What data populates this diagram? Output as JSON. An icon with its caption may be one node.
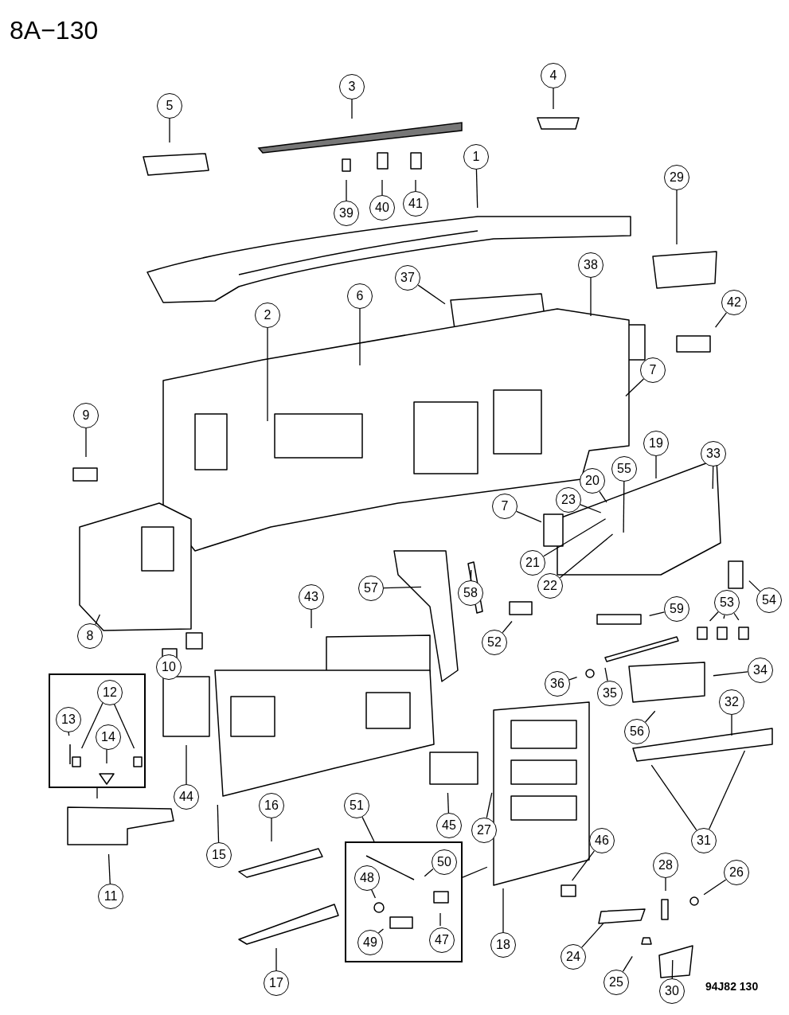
{
  "diagram": {
    "nodes": [
      {
        "text": [
          "5"
        ]
      },
      {
        "text": [
          "3"
        ]
      },
      {
        "text": [
          "4"
        ]
      },
      {
        "text": [
          "1"
        ]
      },
      {
        "text": [
          "39"
        ]
      },
      {
        "text": [
          "40"
        ]
      },
      {
        "text": [
          "41"
        ]
      },
      {
        "text": [
          "29"
        ]
      },
      {
        "text": [
          "37"
        ]
      },
      {
        "text": [
          "38"
        ]
      },
      {
        "text": [
          "2"
        ]
      },
      {
        "text": [
          "6"
        ]
      },
      {
        "text": [
          "42"
        ]
      },
      {
        "text": [
          "9"
        ]
      },
      {
        "text": [
          "7"
        ]
      },
      {
        "text": [
          "19"
        ]
      },
      {
        "text": [
          "33"
        ]
      },
      {
        "text": [
          "55"
        ]
      },
      {
        "text": [
          "20"
        ]
      },
      {
        "text": [
          "23"
        ]
      },
      {
        "text": [
          "7"
        ]
      },
      {
        "text": [
          "21"
        ]
      },
      {
        "text": [
          "22"
        ]
      },
      {
        "text": [
          "57"
        ]
      },
      {
        "text": [
          "58"
        ]
      },
      {
        "text": [
          "52"
        ]
      },
      {
        "text": [
          "54"
        ]
      },
      {
        "text": [
          "53"
        ]
      },
      {
        "text": [
          "59"
        ]
      },
      {
        "text": [
          "8"
        ]
      },
      {
        "text": [
          "43"
        ]
      },
      {
        "text": [
          "10"
        ]
      },
      {
        "text": [
          "36"
        ]
      },
      {
        "text": [
          "35"
        ]
      },
      {
        "text": [
          "34"
        ]
      },
      {
        "text": [],
        "shape": "box"
      },
      {
        "text": [
          "12"
        ],
        "in": 35
      },
      {
        "text": [
          "13"
        ],
        "in": 35
      },
      {
        "text": [
          "14"
        ],
        "in": 35
      },
      {
        "text": [
          "56"
        ]
      },
      {
        "text": [
          "32"
        ]
      },
      {
        "text": [
          "44"
        ]
      },
      {
        "text": [
          "45"
        ]
      },
      {
        "text": [
          "27"
        ]
      },
      {
        "text": [
          "51"
        ]
      },
      {
        "text": [
          "15"
        ]
      },
      {
        "text": [
          "16"
        ]
      },
      {
        "text": [
          "31"
        ]
      },
      {
        "text": [
          "46"
        ]
      },
      {
        "text": [],
        "shape": "box"
      },
      {
        "text": [
          "50"
        ],
        "in": 49
      },
      {
        "text": [
          "48"
        ],
        "in": 49
      },
      {
        "text": [
          "49"
        ],
        "in": 49
      },
      {
        "text": [
          "47"
        ],
        "in": 49
      },
      {
        "text": [
          "28"
        ]
      },
      {
        "text": [
          "26"
        ]
      },
      {
        "text": [
          "11"
        ]
      },
      {
        "text": [
          "18"
        ]
      },
      {
        "text": [
          "24"
        ]
      },
      {
        "text": [
          "25"
        ]
      },
      {
        "text": [
          "30"
        ]
      },
      {
        "text": [
          "17"
        ]
      }
    ],
    "edges": [
      {
        "from": 0,
        "to": null,
        "arrow": "none"
      },
      {
        "from": 1,
        "to": null,
        "arrow": "none"
      },
      {
        "from": 2,
        "to": null,
        "arrow": "none"
      },
      {
        "from": 3,
        "to": null,
        "arrow": "none"
      },
      {
        "from": 4,
        "to": null,
        "arrow": "none"
      },
      {
        "from": 5,
        "to": null,
        "arrow": "none"
      },
      {
        "from": 6,
        "to": null,
        "arrow": "none"
      },
      {
        "from": 7,
        "to": null,
        "arrow": "none"
      },
      {
        "from": 8,
        "to": null,
        "arrow": "none"
      },
      {
        "from": 9,
        "to": null,
        "arrow": "none"
      },
      {
        "from": 10,
        "to": null,
        "arrow": "none"
      },
      {
        "from": 11,
        "to": null,
        "arrow": "none"
      },
      {
        "from": 12,
        "to": null,
        "arrow": "none"
      },
      {
        "from": 13,
        "to": null,
        "arrow": "none"
      },
      {
        "from": 14,
        "to": null,
        "arrow": "none"
      },
      {
        "from": 15,
        "to": null,
        "arrow": "none"
      },
      {
        "from": 16,
        "to": null,
        "arrow": "none"
      },
      {
        "from": 17,
        "to": null,
        "arrow": "none"
      },
      {
        "from": 18,
        "to": null,
        "arrow": "none"
      },
      {
        "from": 19,
        "to": null,
        "arrow": "none"
      },
      {
        "from": 20,
        "to": null,
        "arrow": "none"
      },
      {
        "from": 21,
        "to": null,
        "arrow": "none"
      },
      {
        "from": 22,
        "to": null,
        "arrow": "none"
      },
      {
        "from": 23,
        "to": null,
        "arrow": "none"
      },
      {
        "from": 24,
        "to": null,
        "arrow": "none"
      },
      {
        "from": 25,
        "to": null,
        "arrow": "none"
      },
      {
        "from": 26,
        "to": null,
        "arrow": "none"
      },
      {
        "from": 27,
        "to": null,
        "arrow": "none"
      },
      {
        "from": 27,
        "to": null,
        "arrow": "none"
      },
      {
        "from": 27,
        "to": null,
        "arrow": "none"
      },
      {
        "from": 28,
        "to": null,
        "arrow": "none"
      },
      {
        "from": 29,
        "to": null,
        "arrow": "none"
      },
      {
        "from": 30,
        "to": null,
        "arrow": "none"
      },
      {
        "from": 31,
        "to": null,
        "arrow": "none"
      },
      {
        "from": 32,
        "to": null,
        "arrow": "none"
      },
      {
        "from": 33,
        "to": null,
        "arrow": "none"
      },
      {
        "from": 34,
        "to": null,
        "arrow": "none"
      },
      {
        "from": 36,
        "to": null,
        "arrow": "none"
      },
      {
        "from": 36,
        "to": null,
        "arrow": "none"
      },
      {
        "from": 37,
        "to": null,
        "arrow": "none"
      },
      {
        "from": 38,
        "to": null,
        "arrow": "none"
      },
      {
        "from": 35,
        "to": null,
        "arrow": "none"
      },
      {
        "from": 39,
        "to": null,
        "arrow": "none"
      },
      {
        "from": 40,
        "to": null,
        "arrow": "none"
      },
      {
        "from": 41,
        "to": null,
        "arrow": "none"
      },
      {
        "from": 42,
        "to": null,
        "arrow": "none"
      },
      {
        "from": 43,
        "to": null,
        "arrow": "none"
      },
      {
        "from": 44,
        "to": 49,
        "arrow": "none"
      },
      {
        "from": 45,
        "to": null,
        "arrow": "none"
      },
      {
        "from": 46,
        "to": null,
        "arrow": "none"
      },
      {
        "from": 47,
        "to": null,
        "arrow": "none"
      },
      {
        "from": 47,
        "to": null,
        "arrow": "none"
      },
      {
        "from": 48,
        "to": null,
        "arrow": "none"
      },
      {
        "from": 49,
        "to": null,
        "arrow": "none"
      },
      {
        "from": 50,
        "to": null,
        "arrow": "none"
      },
      {
        "from": 51,
        "to": null,
        "arrow": "none"
      },
      {
        "from": 52,
        "to": null,
        "arrow": "none"
      },
      {
        "from": 53,
        "to": null,
        "arrow": "none"
      },
      {
        "from": 54,
        "to": null,
        "arrow": "none"
      },
      {
        "from": 55,
        "to": null,
        "arrow": "none"
      },
      {
        "from": 56,
        "to": null,
        "arrow": "none"
      },
      {
        "from": 57,
        "to": null,
        "arrow": "none"
      },
      {
        "from": 58,
        "to": null,
        "arrow": "none"
      },
      {
        "from": 59,
        "to": null,
        "arrow": "none"
      },
      {
        "from": 60,
        "to": null,
        "arrow": "none"
      },
      {
        "from": 61,
        "to": null,
        "arrow": "none"
      }
    ],
    "labels": [
      "8A−130",
      "94J82 130"
    ]
  }
}
